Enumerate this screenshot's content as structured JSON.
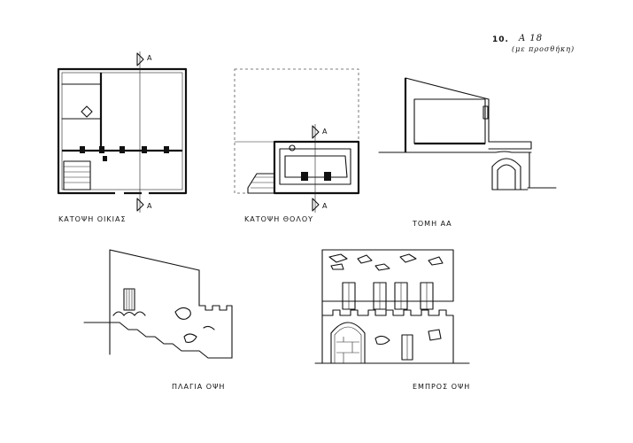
{
  "sheet": {
    "number": "10.",
    "code": "A 18",
    "note": "(με προσθήκη)"
  },
  "drawings": {
    "plan_house": {
      "label": "ΚΑΤΟΨΗ ΟΙΚΙΑΣ",
      "section_mark_top": "A",
      "section_mark_bottom": "A"
    },
    "plan_vault": {
      "label": "ΚΑΤΟΨΗ ΘΟΛΟΥ",
      "section_mark_top": "A",
      "section_mark_bottom": "A"
    },
    "section_aa": {
      "label": "ΤΟΜΗ ΑΑ"
    },
    "side_view": {
      "label": "ΠΛΑΓΙΑ ΟΨΗ"
    },
    "front_view": {
      "label": "ΕΜΠΡΟΣ ΟΨΗ"
    }
  }
}
